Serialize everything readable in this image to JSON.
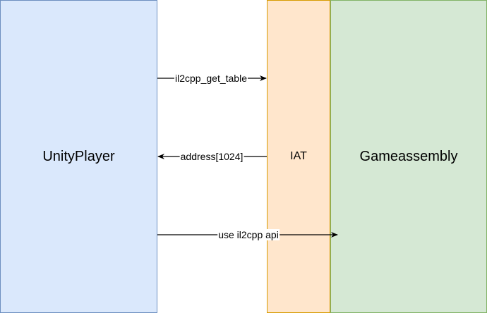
{
  "blocks": {
    "unity_player": "UnityPlayer",
    "iat": "IAT",
    "gameassembly": "Gameassembly"
  },
  "edges": [
    {
      "label": "il2cpp_get_table",
      "from": "UnityPlayer",
      "to": "IAT"
    },
    {
      "label": "address[1024]",
      "from": "IAT",
      "to": "UnityPlayer"
    },
    {
      "label": "use il2cpp api",
      "from": "UnityPlayer",
      "to": "Gameassembly"
    }
  ],
  "colors": {
    "unity_fill": "#dae8fc",
    "unity_stroke": "#6c8ebf",
    "iat_fill": "#ffe6cc",
    "iat_stroke": "#d79b00",
    "game_fill": "#d5e8d4",
    "game_stroke": "#82b366",
    "arrow": "#000000"
  }
}
